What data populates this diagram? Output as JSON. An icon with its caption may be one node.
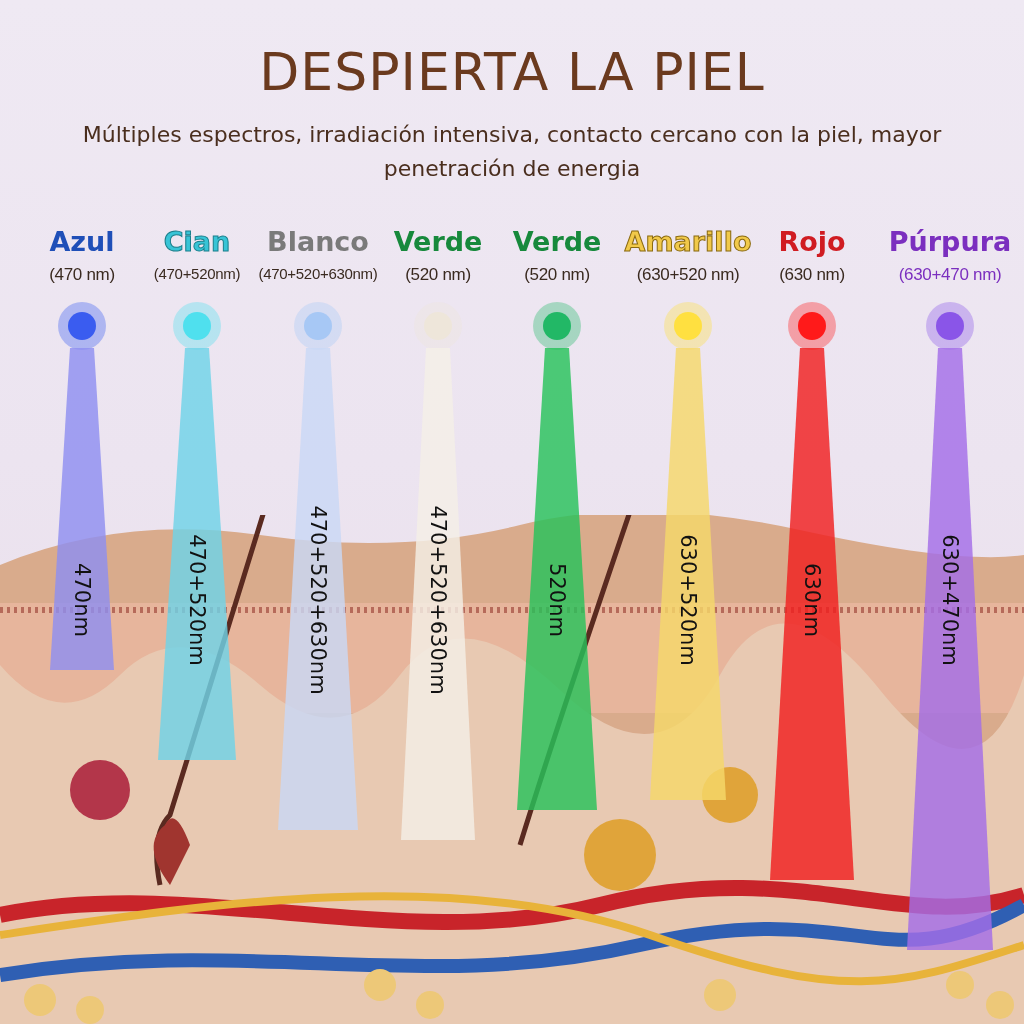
{
  "diagram": {
    "title": "DESPIERTA LA PIEL",
    "nodes": [
      {
        "text": [
          "470nm"
        ]
      },
      {
        "text": [
          "470+520nm"
        ]
      },
      {
        "text": [
          "470+520+630nm"
        ]
      },
      {
        "text": [
          "470+520+630nm"
        ]
      },
      {
        "text": [
          "520nm"
        ]
      },
      {
        "text": [
          "630+520nm"
        ]
      },
      {
        "text": [
          "630nm"
        ]
      },
      {
        "text": [
          "630+470nm"
        ]
      }
    ],
    "labels": [
      "Múltiples espectros, irradiación intensiva, contacto cercano con la piel, mayor penetración de energia",
      "Azul",
      "Cian",
      "Blanco",
      "Verde",
      "Verde",
      "Amarillo",
      "Rojo",
      "Púrpura",
      "(470 nm)",
      "(470+520nm)",
      "(470+520+630nm)",
      "(520 nm)",
      "(520 nm)",
      "(630+520 nm)",
      "(630 nm)",
      "(630+470 nm)"
    ]
  }
}
